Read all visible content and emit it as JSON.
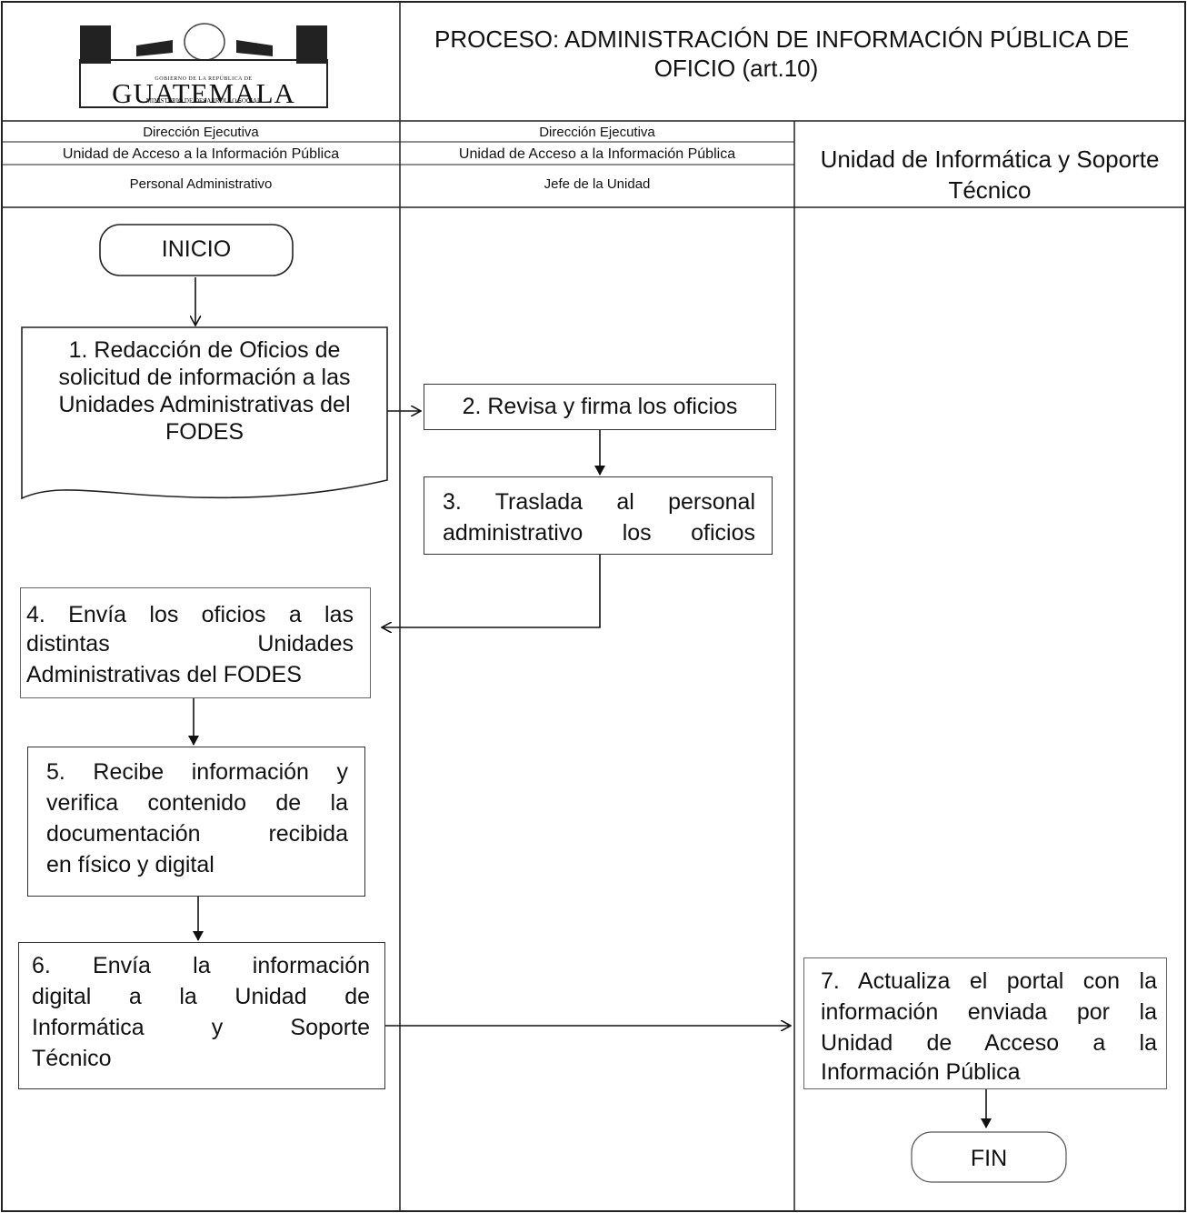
{
  "title": {
    "line1": "PROCESO: ADMINISTRACIÓN DE INFORMACIÓN PÚBLICA DE",
    "line2": "OFICIO (art.10)"
  },
  "logo": {
    "top_text": "GOBIERNO DE LA REPÚBLICA DE",
    "name": "GUATEMALA",
    "bottom_text": "MINISTERIO DE DESARROLLO SOCIAL"
  },
  "lanes": [
    {
      "line1": "Dirección Ejecutiva",
      "line2": "Unidad de Acceso a la Información Pública",
      "line3": "Personal Administrativo"
    },
    {
      "line1": "Dirección Ejecutiva",
      "line2": "Unidad de Acceso a la Información Pública",
      "line3": "Jefe de la Unidad"
    },
    {
      "line1": "Unidad de Informática y Soporte",
      "line2": "Técnico"
    }
  ],
  "start_label": "INICIO",
  "end_label": "FIN",
  "steps": {
    "s1": [
      "1. Redacción de Oficios de",
      "solicitud de información a las",
      "Unidades Administrativas del",
      "FODES"
    ],
    "s2": [
      "2. Revisa y firma los oficios"
    ],
    "s3": [
      "3. Traslada al personal",
      "administrativo los oficios"
    ],
    "s4": [
      "4. Envía los oficios a las",
      "distintas Unidades",
      "Administrativas del FODES"
    ],
    "s5": [
      "5. Recibe información y",
      "verifica contenido de la",
      "documentación recibida",
      "en físico y digital"
    ],
    "s6": [
      "6. Envía la información",
      "digital a la Unidad de",
      "Informática y Soporte",
      "Técnico"
    ],
    "s7": [
      "7. Actualiza el portal con la",
      "información enviada por la",
      "Unidad de Acceso a la",
      "Información Pública"
    ]
  },
  "colors": {
    "line": "#111111",
    "border": "#333333"
  }
}
